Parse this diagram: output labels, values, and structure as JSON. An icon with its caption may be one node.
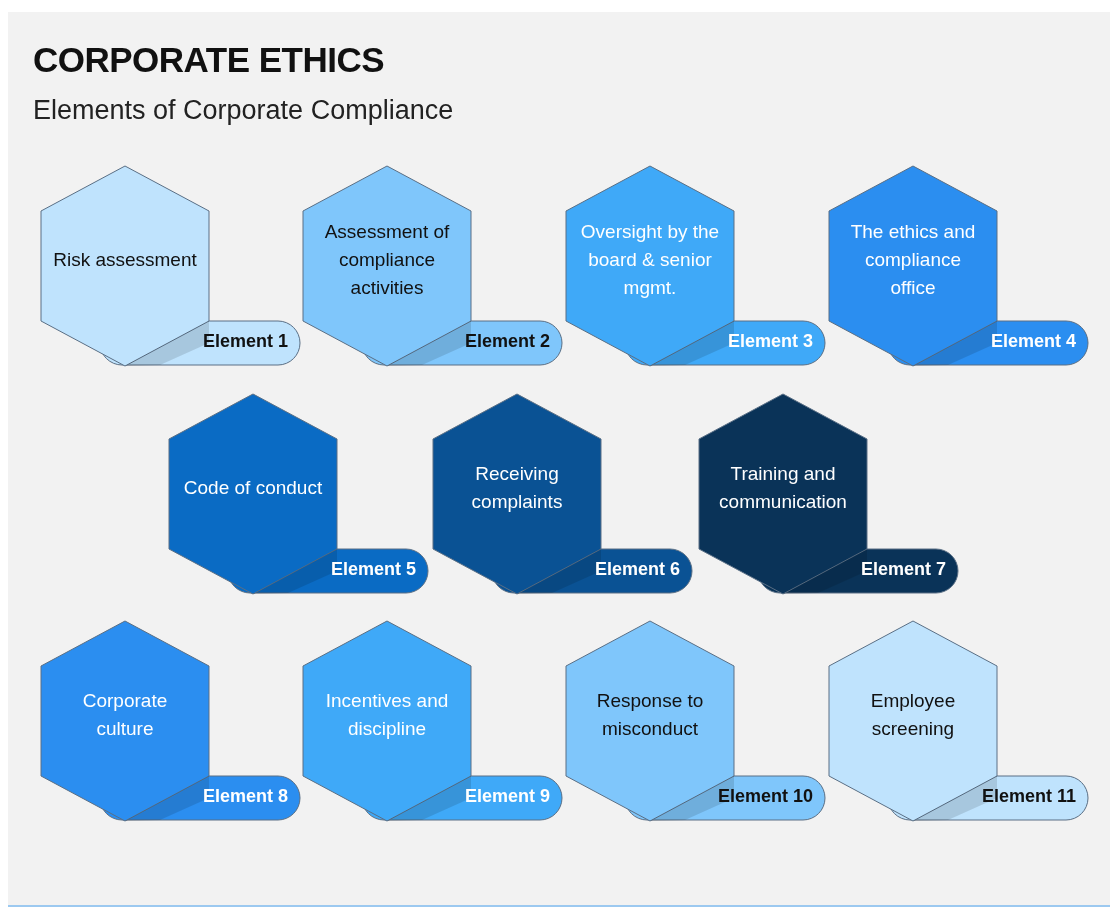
{
  "diagram": {
    "title": "CORPORATE ETHICS",
    "caption": "Elements of Corporate Compliance",
    "nodes": [
      {
        "text": [
          "Risk assessment",
          "Element 1"
        ]
      },
      {
        "text": [
          "Assessment of compliance activities",
          "Element 2"
        ]
      },
      {
        "text": [
          "Oversight by the board & senior mgmt.",
          "Element 3"
        ]
      },
      {
        "text": [
          "The ethics and compliance office",
          "Element 4"
        ]
      },
      {
        "text": [
          "Code of conduct",
          "Element 5"
        ]
      },
      {
        "text": [
          "Receiving complaints",
          "Element 6"
        ]
      },
      {
        "text": [
          "Training and communication",
          "Element 7"
        ]
      },
      {
        "text": [
          "Corporate culture",
          "Element 8"
        ]
      },
      {
        "text": [
          "Incentives and discipline",
          "Element 9"
        ]
      },
      {
        "text": [
          "Response to misconduct",
          "Element 10"
        ]
      },
      {
        "text": [
          "Employee screening",
          "Element 11"
        ]
      }
    ],
    "edges": []
  }
}
